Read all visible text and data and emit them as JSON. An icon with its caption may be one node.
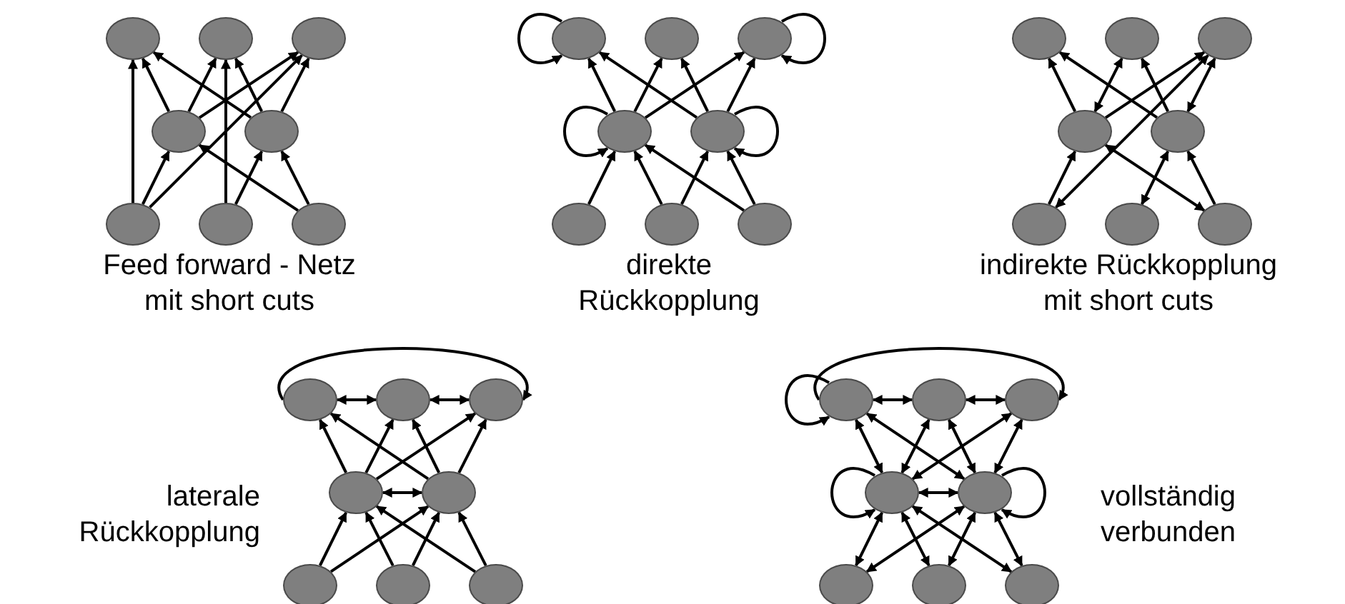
{
  "diagram": {
    "nodes": [
      {
        "text": [],
        "shape": "circle"
      },
      {
        "text": [],
        "shape": "circle"
      },
      {
        "text": [],
        "shape": "circle"
      },
      {
        "text": [],
        "shape": "circle"
      },
      {
        "text": [],
        "shape": "circle"
      },
      {
        "text": [],
        "shape": "circle"
      },
      {
        "text": [],
        "shape": "circle"
      },
      {
        "text": [],
        "shape": "circle"
      },
      {
        "text": [],
        "shape": "circle"
      },
      {
        "text": [],
        "shape": "circle"
      },
      {
        "text": [],
        "shape": "circle"
      },
      {
        "text": [],
        "shape": "circle"
      },
      {
        "text": [],
        "shape": "circle"
      },
      {
        "text": [],
        "shape": "circle"
      },
      {
        "text": [],
        "shape": "circle"
      },
      {
        "text": [],
        "shape": "circle"
      },
      {
        "text": [],
        "shape": "circle"
      },
      {
        "text": [],
        "shape": "circle"
      },
      {
        "text": [],
        "shape": "circle"
      },
      {
        "text": [],
        "shape": "circle"
      },
      {
        "text": [],
        "shape": "circle"
      },
      {
        "text": [],
        "shape": "circle"
      },
      {
        "text": [],
        "shape": "circle"
      },
      {
        "text": [],
        "shape": "circle"
      },
      {
        "text": [],
        "shape": "circle"
      },
      {
        "text": [],
        "shape": "circle"
      },
      {
        "text": [],
        "shape": "circle"
      },
      {
        "text": [],
        "shape": "circle"
      },
      {
        "text": [],
        "shape": "circle"
      },
      {
        "text": [],
        "shape": "circle"
      },
      {
        "text": [],
        "shape": "circle"
      },
      {
        "text": [],
        "shape": "circle"
      },
      {
        "text": [],
        "shape": "circle"
      },
      {
        "text": [],
        "shape": "circle"
      },
      {
        "text": [],
        "shape": "circle"
      },
      {
        "text": [],
        "shape": "circle"
      },
      {
        "text": [],
        "shape": "circle"
      },
      {
        "text": [],
        "shape": "circle"
      },
      {
        "text": [],
        "shape": "circle"
      },
      {
        "text": [],
        "shape": "circle"
      }
    ],
    "edges": [
      {
        "from": 5,
        "to": 0,
        "arrow": "to"
      },
      {
        "from": 5,
        "to": 3,
        "arrow": "to"
      },
      {
        "from": 5,
        "to": 2,
        "arrow": "to"
      },
      {
        "from": 6,
        "to": 1,
        "arrow": "to"
      },
      {
        "from": 6,
        "to": 4,
        "arrow": "to"
      },
      {
        "from": 7,
        "to": 4,
        "arrow": "to"
      },
      {
        "from": 7,
        "to": 3,
        "arrow": "to"
      },
      {
        "from": 3,
        "to": 0,
        "arrow": "to"
      },
      {
        "from": 3,
        "to": 1,
        "arrow": "to"
      },
      {
        "from": 3,
        "to": 2,
        "arrow": "to"
      },
      {
        "from": 4,
        "to": 0,
        "arrow": "to"
      },
      {
        "from": 4,
        "to": 1,
        "arrow": "to"
      },
      {
        "from": 4,
        "to": 2,
        "arrow": "to"
      },
      {
        "from": 8,
        "to": 8,
        "arrow": "to"
      },
      {
        "from": 10,
        "to": 10,
        "arrow": "to"
      },
      {
        "from": 11,
        "to": 11,
        "arrow": "to"
      },
      {
        "from": 12,
        "to": 12,
        "arrow": "to"
      },
      {
        "from": 13,
        "to": 11,
        "arrow": "to"
      },
      {
        "from": 14,
        "to": 11,
        "arrow": "to"
      },
      {
        "from": 14,
        "to": 12,
        "arrow": "to"
      },
      {
        "from": 15,
        "to": 12,
        "arrow": "to"
      },
      {
        "from": 15,
        "to": 11,
        "arrow": "to"
      },
      {
        "from": 11,
        "to": 8,
        "arrow": "to"
      },
      {
        "from": 11,
        "to": 9,
        "arrow": "to"
      },
      {
        "from": 11,
        "to": 10,
        "arrow": "to"
      },
      {
        "from": 12,
        "to": 8,
        "arrow": "to"
      },
      {
        "from": 12,
        "to": 9,
        "arrow": "to"
      },
      {
        "from": 12,
        "to": 10,
        "arrow": "to"
      },
      {
        "from": 19,
        "to": 16,
        "arrow": "to"
      },
      {
        "from": 20,
        "to": 16,
        "arrow": "to"
      },
      {
        "from": 19,
        "to": 17,
        "arrow": "both"
      },
      {
        "from": 20,
        "to": 17,
        "arrow": "to"
      },
      {
        "from": 19,
        "to": 18,
        "arrow": "to"
      },
      {
        "from": 20,
        "to": 18,
        "arrow": "both"
      },
      {
        "from": 21,
        "to": 19,
        "arrow": "to"
      },
      {
        "from": 21,
        "to": 18,
        "arrow": "both"
      },
      {
        "from": 22,
        "to": 20,
        "arrow": "both"
      },
      {
        "from": 23,
        "to": 19,
        "arrow": "both"
      },
      {
        "from": 23,
        "to": 20,
        "arrow": "to"
      },
      {
        "from": 24,
        "to": 25,
        "arrow": "both"
      },
      {
        "from": 25,
        "to": 26,
        "arrow": "both"
      },
      {
        "from": 24,
        "to": 26,
        "arrow": "to"
      },
      {
        "from": 27,
        "to": 28,
        "arrow": "both"
      },
      {
        "from": 27,
        "to": 24,
        "arrow": "to"
      },
      {
        "from": 27,
        "to": 25,
        "arrow": "to"
      },
      {
        "from": 27,
        "to": 26,
        "arrow": "to"
      },
      {
        "from": 28,
        "to": 24,
        "arrow": "to"
      },
      {
        "from": 28,
        "to": 25,
        "arrow": "to"
      },
      {
        "from": 28,
        "to": 26,
        "arrow": "to"
      },
      {
        "from": 29,
        "to": 27,
        "arrow": "to"
      },
      {
        "from": 29,
        "to": 28,
        "arrow": "to"
      },
      {
        "from": 30,
        "to": 27,
        "arrow": "to"
      },
      {
        "from": 30,
        "to": 28,
        "arrow": "to"
      },
      {
        "from": 31,
        "to": 27,
        "arrow": "to"
      },
      {
        "from": 31,
        "to": 28,
        "arrow": "to"
      },
      {
        "from": 32,
        "to": 32,
        "arrow": "to"
      },
      {
        "from": 35,
        "to": 35,
        "arrow": "to"
      },
      {
        "from": 36,
        "to": 36,
        "arrow": "to"
      },
      {
        "from": 32,
        "to": 34,
        "arrow": "to"
      },
      {
        "from": 32,
        "to": 33,
        "arrow": "both"
      },
      {
        "from": 33,
        "to": 34,
        "arrow": "both"
      },
      {
        "from": 35,
        "to": 36,
        "arrow": "both"
      },
      {
        "from": 35,
        "to": 32,
        "arrow": "both"
      },
      {
        "from": 35,
        "to": 33,
        "arrow": "both"
      },
      {
        "from": 35,
        "to": 34,
        "arrow": "both"
      },
      {
        "from": 36,
        "to": 32,
        "arrow": "both"
      },
      {
        "from": 36,
        "to": 33,
        "arrow": "both"
      },
      {
        "from": 36,
        "to": 34,
        "arrow": "both"
      },
      {
        "from": 35,
        "to": 37,
        "arrow": "both"
      },
      {
        "from": 35,
        "to": 38,
        "arrow": "both"
      },
      {
        "from": 35,
        "to": 39,
        "arrow": "both"
      },
      {
        "from": 36,
        "to": 37,
        "arrow": "both"
      },
      {
        "from": 36,
        "to": 38,
        "arrow": "both"
      },
      {
        "from": 36,
        "to": 39,
        "arrow": "both"
      }
    ],
    "labels": [
      "Feed forward - Netz mit short cuts",
      "direkte Rückkopplung",
      "indirekte Rückkopplung mit short cuts",
      "laterale Rückkopplung",
      "vollständig verbunden"
    ]
  }
}
